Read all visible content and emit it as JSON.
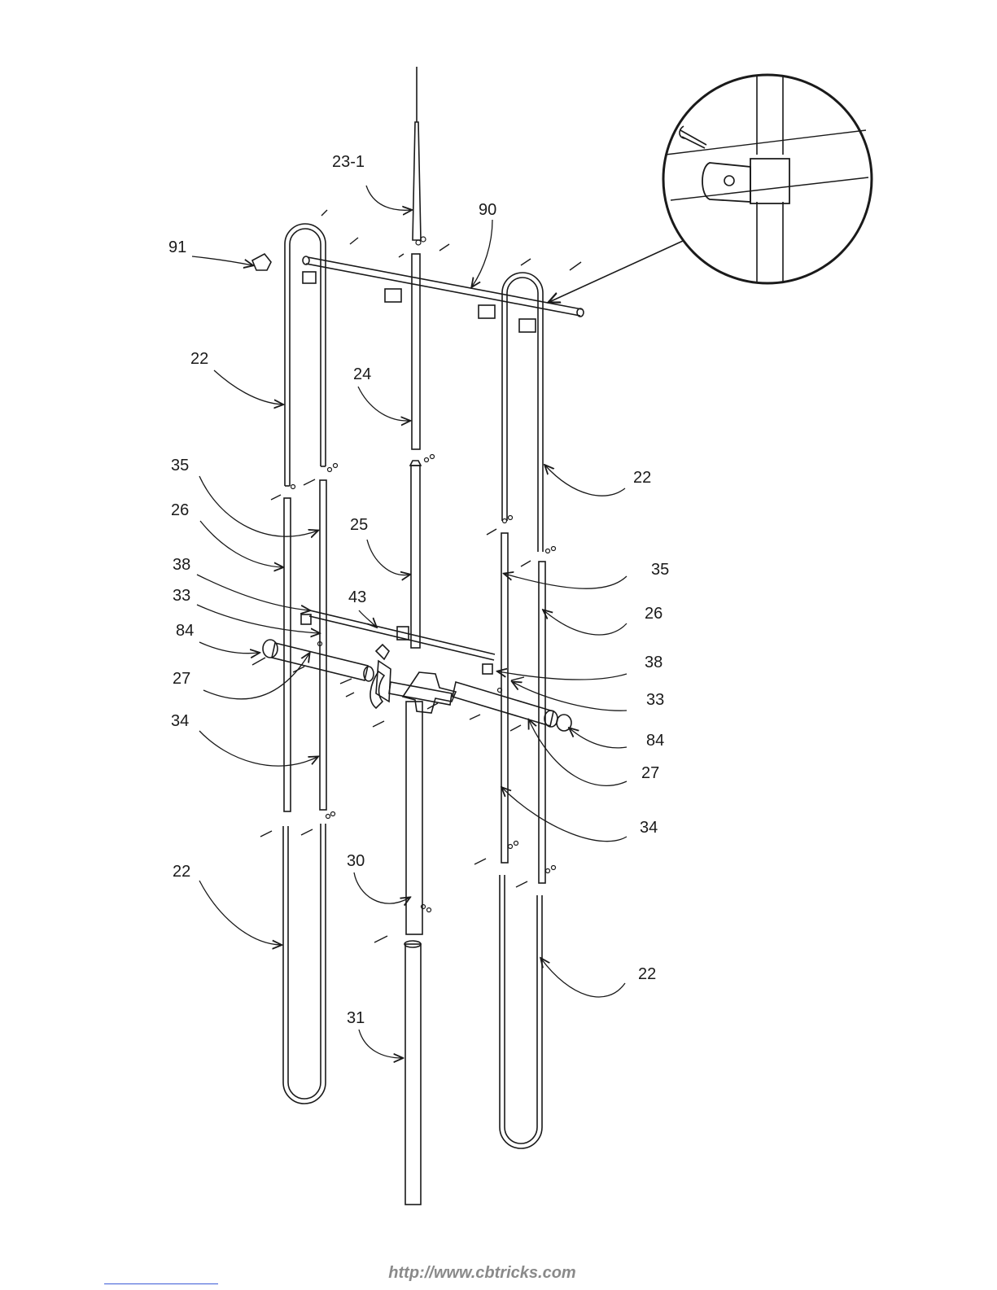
{
  "footer": {
    "url": "http://www.cbtricks.com"
  },
  "callouts": {
    "c1": "23-1",
    "c2": "90",
    "c3": "91",
    "c4": "22",
    "c5": "24",
    "c6": "22",
    "c7": "35",
    "c8": "26",
    "c9": "25",
    "c10": "38",
    "c11": "33",
    "c12": "43",
    "c13": "35",
    "c14": "84",
    "c15": "26",
    "c16": "27",
    "c17": "38",
    "c18": "34",
    "c19": "33",
    "c20": "84",
    "c21": "27",
    "c22": "34",
    "c23": "22",
    "c24": "30",
    "c25": "22",
    "c26": "31"
  }
}
